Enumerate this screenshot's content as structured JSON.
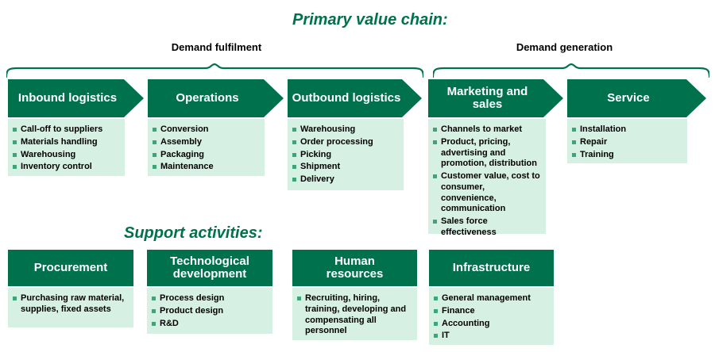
{
  "titles": {
    "primary": "Primary value chain:",
    "support": "Support activities:"
  },
  "braces": {
    "left_label": "Demand fulfilment",
    "right_label": "Demand generation"
  },
  "colors": {
    "dark_green": "#00714D",
    "light_green": "#D7F0E4",
    "bullet_green": "#3FA478"
  },
  "primary": {
    "columns": [
      {
        "title": "Inbound logistics",
        "items": [
          "Call-off to suppliers",
          "Materials handling",
          "Warehousing",
          "Inventory control"
        ]
      },
      {
        "title": "Operations",
        "items": [
          "Conversion",
          "Assembly",
          "Packaging",
          "Maintenance"
        ]
      },
      {
        "title": "Outbound logistics",
        "items": [
          "Warehousing",
          "Order processing",
          "Picking",
          "Shipment",
          "Delivery"
        ]
      },
      {
        "title": "Marketing and sales",
        "items": [
          "Channels to market",
          "Product, pricing, advertising and promotion, distribution",
          "Customer value, cost to consumer, convenience, communication",
          "Sales force effectiveness"
        ]
      },
      {
        "title": "Service",
        "items": [
          "Installation",
          "Repair",
          "Training"
        ]
      }
    ]
  },
  "support": {
    "columns": [
      {
        "title": "Procurement",
        "items": [
          "Purchasing raw material, supplies, fixed assets"
        ]
      },
      {
        "title": "Technological development",
        "items": [
          "Process design",
          "Product design",
          "R&D"
        ]
      },
      {
        "title": "Human resources",
        "items": [
          "Recruiting, hiring, training, developing and compensating all personnel"
        ]
      },
      {
        "title": "Infrastructure",
        "items": [
          "General management",
          "Finance",
          "Accounting",
          "IT"
        ]
      }
    ]
  }
}
